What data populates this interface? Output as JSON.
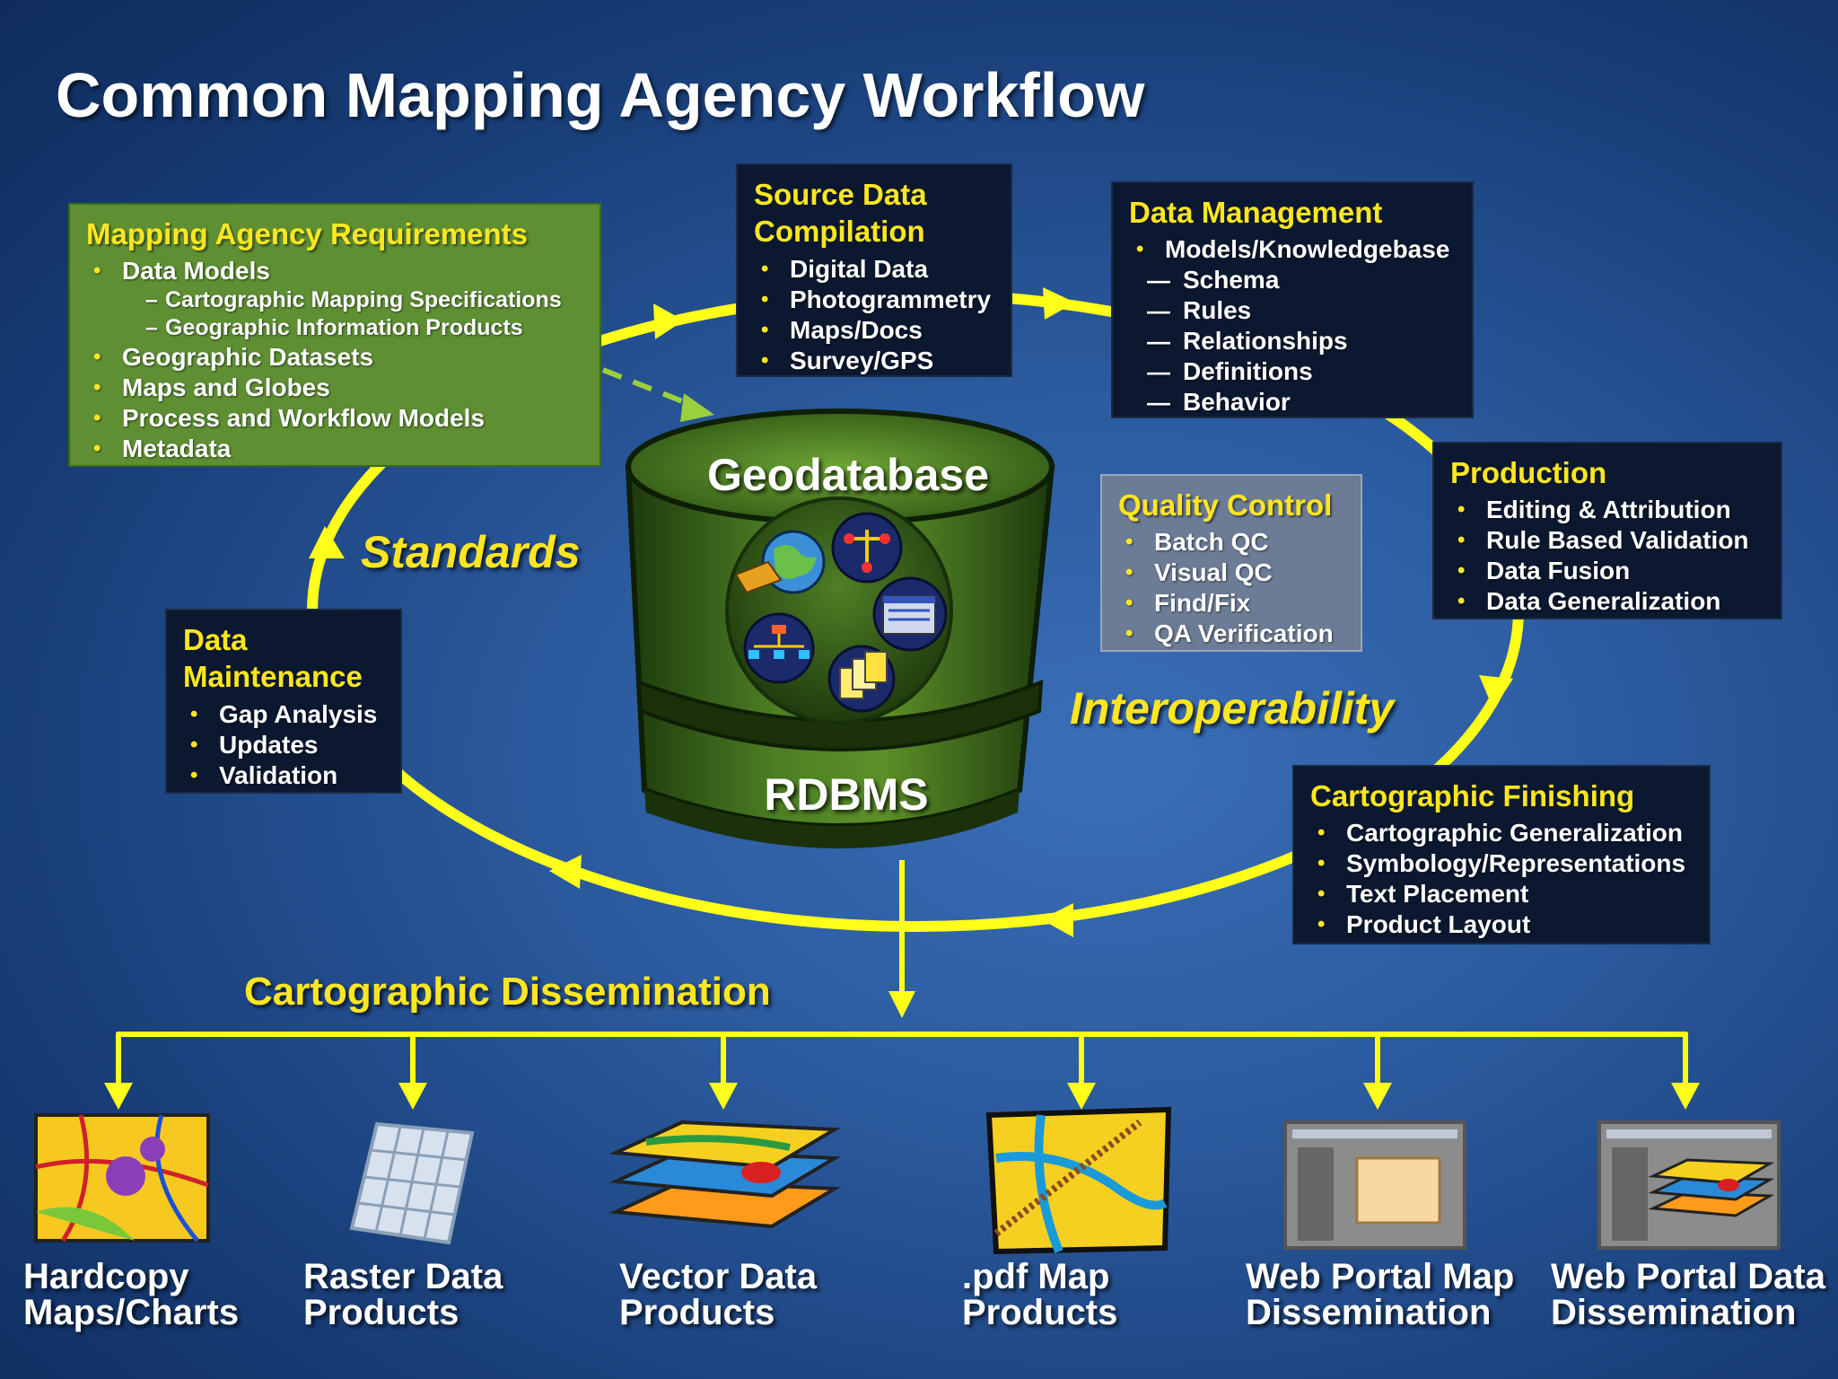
{
  "title": "Common Mapping Agency Workflow",
  "colors": {
    "accent": "#ffe620",
    "box_dark": "#0b1830",
    "box_green": "#5e8f33",
    "box_grey": "#6c7c96",
    "db_green": "#3f6b1f"
  },
  "requirements": {
    "heading": "Mapping Agency Requirements",
    "items": [
      {
        "text": "Data Models",
        "level": "bullet"
      },
      {
        "text": "Cartographic Mapping Specifications",
        "level": "sub"
      },
      {
        "text": "Geographic Information Products",
        "level": "sub"
      },
      {
        "text": "Geographic Datasets",
        "level": "bullet"
      },
      {
        "text": "Maps and Globes",
        "level": "bullet"
      },
      {
        "text": "Process and Workflow Models",
        "level": "bullet"
      },
      {
        "text": "Metadata",
        "level": "bullet"
      }
    ]
  },
  "source_data": {
    "heading_line1": "Source Data",
    "heading_line2": "Compilation",
    "items": [
      "Digital Data",
      "Photogrammetry",
      "Maps/Docs",
      "Survey/GPS"
    ]
  },
  "data_management": {
    "heading": "Data Management",
    "bullet": "Models/Knowledgebase",
    "subitems": [
      "Schema",
      "Rules",
      "Relationships",
      "Definitions",
      "Behavior"
    ]
  },
  "quality_control": {
    "heading": "Quality Control",
    "items": [
      "Batch QC",
      "Visual QC",
      "Find/Fix",
      "QA Verification"
    ]
  },
  "production": {
    "heading": "Production",
    "items": [
      "Editing & Attribution",
      "Rule Based Validation",
      "Data Fusion",
      "Data Generalization"
    ]
  },
  "data_maintenance": {
    "heading_line1": "Data",
    "heading_line2": "Maintenance",
    "items": [
      "Gap Analysis",
      "Updates",
      "Validation"
    ]
  },
  "cartographic_finishing": {
    "heading": "Cartographic Finishing",
    "items": [
      "Cartographic Generalization",
      "Symbology/Representations",
      "Text Placement",
      "Product Layout"
    ]
  },
  "labels": {
    "standards": "Standards",
    "interoperability": "Interoperability",
    "dissemination": "Cartographic Dissemination",
    "geodatabase": "Geodatabase",
    "rdbms": "RDBMS"
  },
  "products": [
    {
      "line1": "Hardcopy",
      "line2": "Maps/Charts",
      "icon": "hardcopy-map-icon"
    },
    {
      "line1": "Raster Data",
      "line2": "Products",
      "icon": "raster-grid-icon"
    },
    {
      "line1": "Vector Data",
      "line2": "Products",
      "icon": "vector-layers-icon"
    },
    {
      "line1": ".pdf Map",
      "line2": "Products",
      "icon": "pdf-map-icon"
    },
    {
      "line1": "Web Portal Map",
      "line2": "Dissemination",
      "icon": "web-portal-map-icon"
    },
    {
      "line1": "Web Portal Data",
      "line2": "Dissemination",
      "icon": "web-portal-data-icon"
    }
  ]
}
